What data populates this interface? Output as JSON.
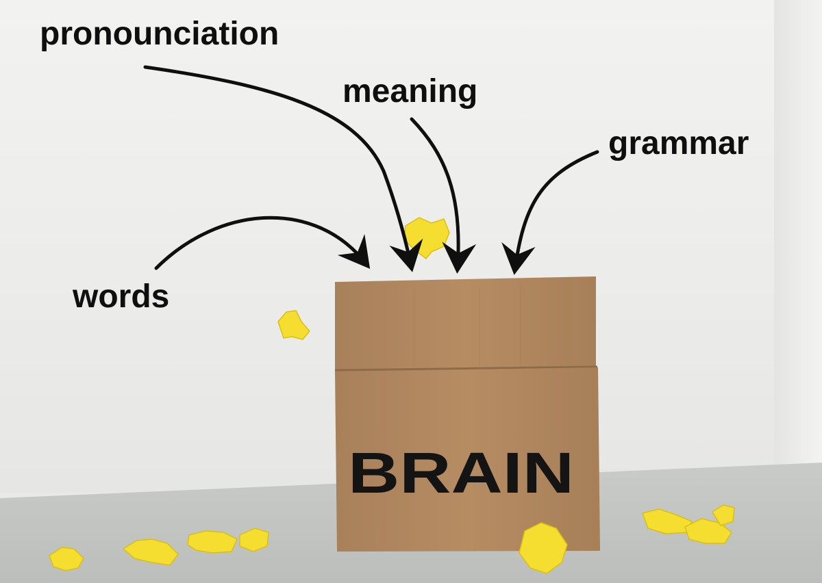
{
  "labels": {
    "pronunciation": "pronounciation",
    "meaning": "meaning",
    "grammar": "grammar",
    "words": "words"
  },
  "box": {
    "text": "BRAIN",
    "color": "#b38a60"
  },
  "colors": {
    "wall": "#efefed",
    "floor": "#c2c4c2",
    "paper": "#f5de2f",
    "text": "#0f0f0f"
  },
  "objects": [
    "cardboard-box",
    "crumpled-yellow-paper",
    "curved-arrows"
  ]
}
